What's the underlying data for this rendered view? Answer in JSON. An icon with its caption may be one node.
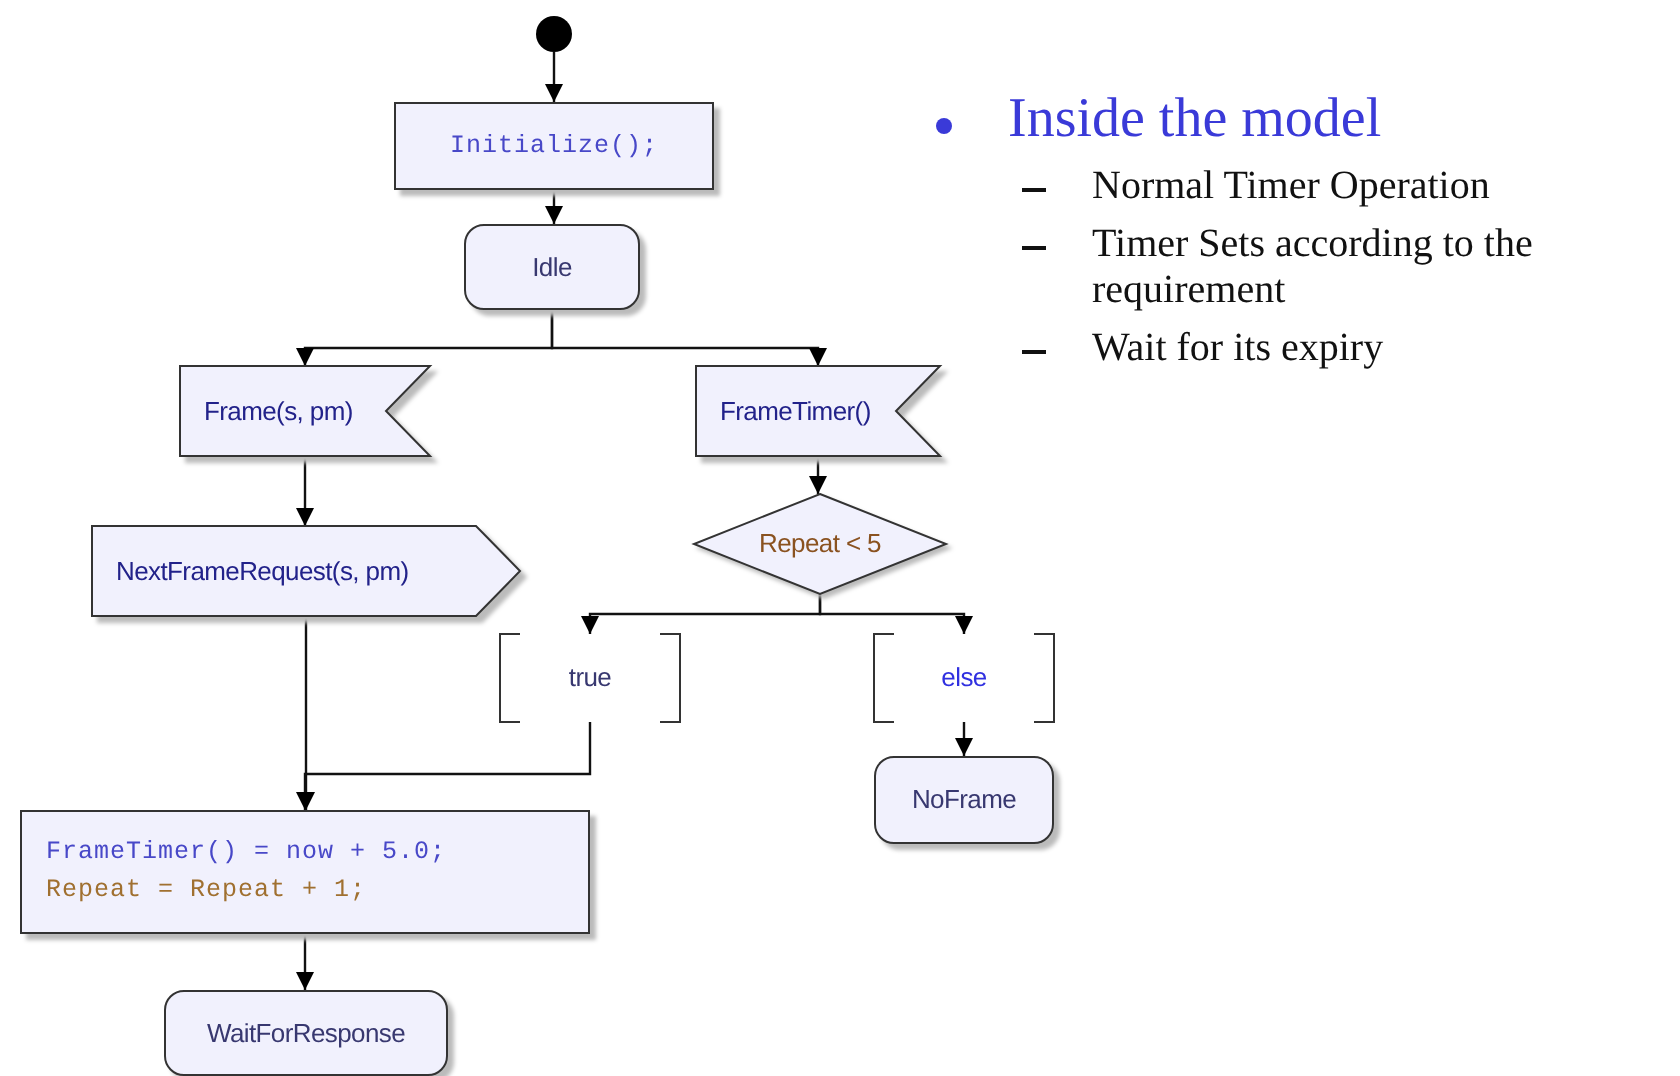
{
  "diagram": {
    "nodes": [
      {
        "text": [],
        "shape": "circle"
      },
      {
        "text": [
          "Initialize();"
        ]
      },
      {
        "text": [
          "Idle"
        ]
      },
      {
        "text": [
          "Frame(s, pm)"
        ]
      },
      {
        "text": [
          "FrameTimer()"
        ]
      },
      {
        "text": [
          "NextFrameRequest(s, pm)"
        ]
      },
      {
        "text": [
          "Repeat < 5"
        ]
      },
      {
        "text": [
          "true"
        ]
      },
      {
        "text": [
          "else"
        ]
      },
      {
        "text": [
          "NoFrame"
        ]
      },
      {
        "text": [
          "FrameTimer() = now + 5.0;",
          "Repeat = Repeat + 1;"
        ]
      },
      {
        "text": [
          "WaitForResponse"
        ]
      }
    ],
    "edges": [
      {
        "from": 0,
        "to": 1,
        "arrow": "to"
      },
      {
        "from": 1,
        "to": 2,
        "arrow": "to"
      },
      {
        "from": 2,
        "to": 3,
        "arrow": "to"
      },
      {
        "from": 2,
        "to": 4,
        "arrow": "to"
      },
      {
        "from": 3,
        "to": 5,
        "arrow": "to"
      },
      {
        "from": 4,
        "to": 6,
        "arrow": "to"
      },
      {
        "from": 6,
        "to": 7,
        "arrow": "to"
      },
      {
        "from": 6,
        "to": 8,
        "arrow": "to"
      },
      {
        "from": 5,
        "to": 10,
        "arrow": "to"
      },
      {
        "from": 7,
        "to": 10,
        "arrow": "to"
      },
      {
        "from": 8,
        "to": 9,
        "arrow": "to"
      },
      {
        "from": 10,
        "to": 11,
        "arrow": "to"
      }
    ],
    "labels": [
      "Inside the model",
      "Normal Timer Operation",
      "Timer Sets according to the requirement",
      "Wait for its expiry"
    ]
  }
}
